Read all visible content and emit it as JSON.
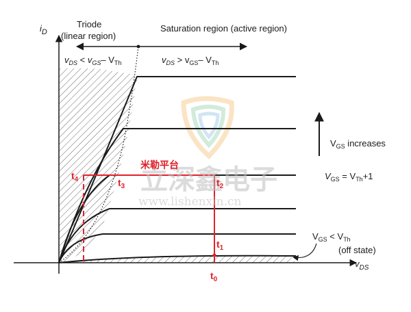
{
  "labels": {
    "y_axis": "i",
    "y_axis_sub": "D",
    "x_axis": "v",
    "x_axis_sub": "DS",
    "triode_title": "Triode",
    "triode_sub": "(linear region)",
    "saturation_title": "Saturation region (active region)",
    "triode_cond_v": "v",
    "triode_cond_ds": "DS",
    "triode_cond_lt": " < ",
    "triode_cond_v2": "v",
    "triode_cond_gs": "GS",
    "triode_cond_minus": "– V",
    "triode_cond_th": "Th",
    "sat_cond_v": "v",
    "sat_cond_ds": "DS",
    "sat_cond_gt": " > v",
    "sat_cond_gs": "GS",
    "sat_cond_minus": "– V",
    "sat_cond_th": "Th",
    "vgs_increases_v": "V",
    "vgs_increases_gs": "GS",
    "vgs_increases_text": " increases",
    "vgs_eq_v": "V",
    "vgs_eq_gs": "GS",
    "vgs_eq_rest": " = V",
    "vgs_eq_th": "Th",
    "vgs_eq_tail": "+1",
    "off_v": "V",
    "off_gs": "GS",
    "off_lt": " < V",
    "off_th": "Th",
    "off_state": "(off state)",
    "miller": "米勒平台",
    "t0": "t",
    "t0_sub": "0",
    "t1": "t",
    "t1_sub": "1",
    "t2": "t",
    "t2_sub": "2",
    "t3": "t",
    "t3_sub": "3",
    "t4": "t",
    "t4_sub": "4",
    "watermark_cn": "立深鑫电子",
    "watermark_url": "www.lishenxin.cn"
  },
  "colors": {
    "curve": "#1a1a1a",
    "highlight": "#e0202a",
    "watermark": "#bfbfbf"
  },
  "icons": {
    "arrow": "double-arrow-icon",
    "up_arrow": "up-arrow-icon",
    "logo": "shield-logo-icon"
  }
}
